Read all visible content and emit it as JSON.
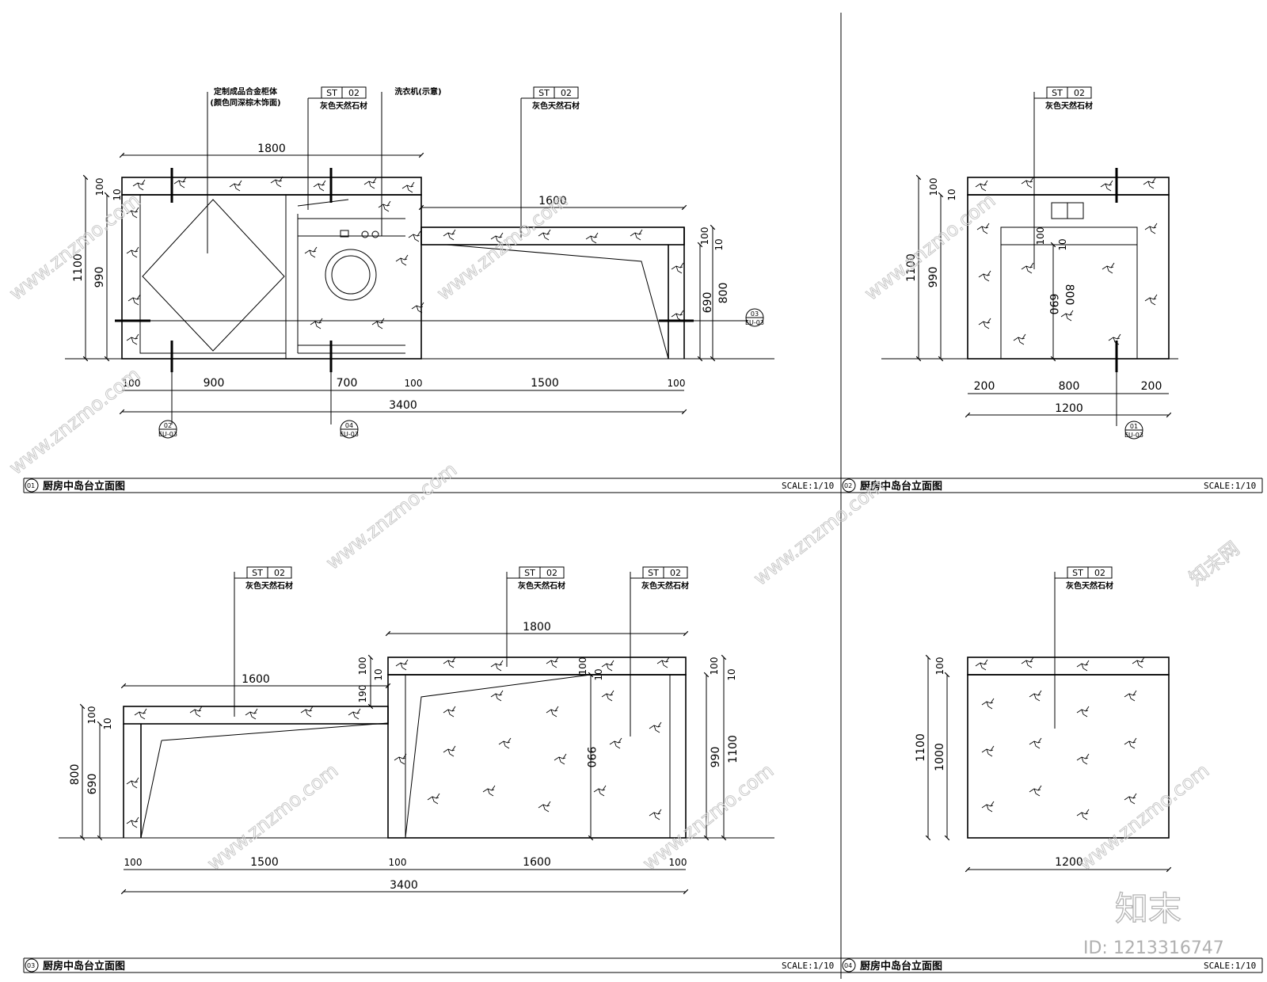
{
  "drawing": {
    "panels": [
      {
        "no": "01",
        "title": "厨房中岛台立面图",
        "scale": "SCALE:1/10"
      },
      {
        "no": "02",
        "title": "厨房中岛台立面图",
        "scale": "SCALE:1/10"
      },
      {
        "no": "03",
        "title": "厨房中岛台立面图",
        "scale": "SCALE:1/10"
      },
      {
        "no": "04",
        "title": "厨房中岛台立面图",
        "scale": "SCALE:1/10"
      }
    ],
    "material": {
      "code": "ST",
      "num": "02",
      "desc": "灰色天然石材"
    },
    "notes": {
      "cabinet_l1": "定制成品合金柜体",
      "cabinet_l2": "(颜色同深棕木饰面)",
      "washer": "洗衣机(示意)"
    },
    "section_refs": [
      {
        "no": "02",
        "sheet": "EU-03"
      },
      {
        "no": "04",
        "sheet": "EU-03"
      },
      {
        "no": "03",
        "sheet": "EU-03"
      },
      {
        "no": "01",
        "sheet": "EU-03"
      }
    ],
    "dims_01": {
      "top": "1800",
      "island": "1600",
      "h1100": "1100",
      "h990": "990",
      "h100": "100",
      "h10": "10",
      "r100": "100",
      "r10": "10",
      "r690": "690",
      "r800": "800",
      "b100a": "100",
      "b900": "900",
      "b700": "700",
      "b100b": "100",
      "b1500": "1500",
      "b100c": "100",
      "total": "3400"
    },
    "dims_02": {
      "h1100": "1100",
      "h990": "990",
      "h100": "100",
      "h10": "10",
      "m690": "690",
      "m800": "800",
      "m100": "100",
      "m10": "10",
      "b200a": "200",
      "b800": "800",
      "b200b": "200",
      "total": "1200"
    },
    "dims_03": {
      "top": "1800",
      "island": "1600",
      "h800": "800",
      "h690": "690",
      "h100": "100",
      "h10": "10",
      "m100": "100",
      "m10": "10",
      "m190": "190",
      "c100": "100",
      "c10": "10",
      "c990": "990",
      "r100": "100",
      "r10": "10",
      "r990": "990",
      "r1100": "1100",
      "b100a": "100",
      "b1500": "1500",
      "b100b": "100",
      "b1600": "1600",
      "b100c": "100",
      "total": "3400"
    },
    "dims_04": {
      "h1100": "1100",
      "h1000": "1000",
      "h100": "100",
      "total": "1200"
    }
  },
  "watermark": {
    "site": "www.znzmo.com",
    "brand_cn": "知末网",
    "logo": "知末",
    "id": "ID: 1213316747"
  }
}
